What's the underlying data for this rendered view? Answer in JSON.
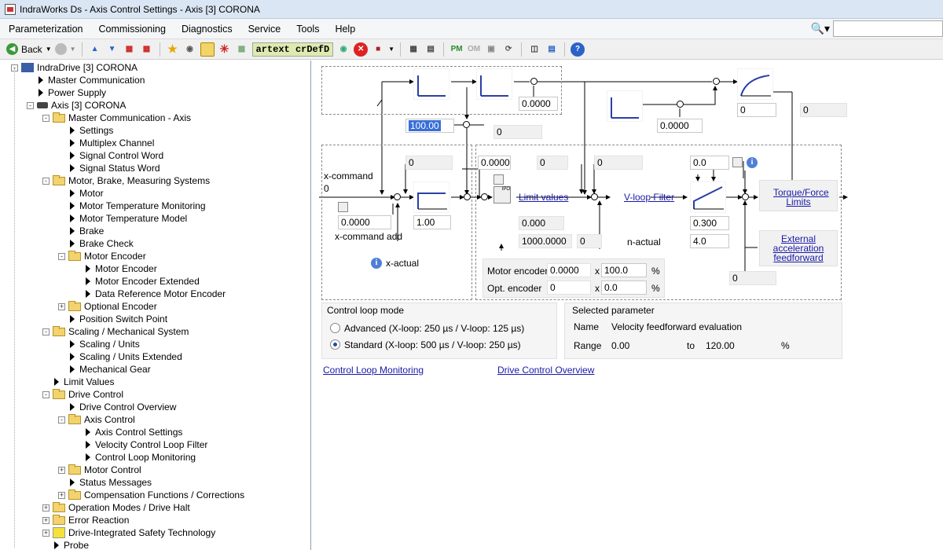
{
  "window": {
    "title": "IndraWorks Ds - Axis Control Settings - Axis [3] CORONA"
  },
  "menu": {
    "items": [
      "Parameterization",
      "Commissioning",
      "Diagnostics",
      "Service",
      "Tools",
      "Help"
    ]
  },
  "toolbar": {
    "back_label": "Back",
    "param_field": "artext   crDefD",
    "pm_label": "PM",
    "om_label": "OM"
  },
  "tree": {
    "items": [
      {
        "label": "IndraDrive [3] CORONA",
        "level": 0,
        "icon": "drive",
        "exp": "-"
      },
      {
        "label": "Master Communication",
        "level": 1,
        "icon": "arrow"
      },
      {
        "label": "Power Supply",
        "level": 1,
        "icon": "arrow"
      },
      {
        "label": "Axis [3] CORONA",
        "level": 1,
        "icon": "axis",
        "exp": "-"
      },
      {
        "label": "Master Communication - Axis",
        "level": 2,
        "icon": "folder",
        "exp": "-"
      },
      {
        "label": "Settings",
        "level": 3,
        "icon": "arrow"
      },
      {
        "label": "Multiplex Channel",
        "level": 3,
        "icon": "arrow"
      },
      {
        "label": "Signal Control Word",
        "level": 3,
        "icon": "arrow"
      },
      {
        "label": "Signal Status Word",
        "level": 3,
        "icon": "arrow"
      },
      {
        "label": "Motor, Brake, Measuring Systems",
        "level": 2,
        "icon": "folder",
        "exp": "-"
      },
      {
        "label": "Motor",
        "level": 3,
        "icon": "arrow"
      },
      {
        "label": "Motor Temperature Monitoring",
        "level": 3,
        "icon": "arrow"
      },
      {
        "label": "Motor Temperature Model",
        "level": 3,
        "icon": "arrow"
      },
      {
        "label": "Brake",
        "level": 3,
        "icon": "arrow"
      },
      {
        "label": "Brake Check",
        "level": 3,
        "icon": "arrow"
      },
      {
        "label": "Motor Encoder",
        "level": 3,
        "icon": "folder",
        "exp": "-"
      },
      {
        "label": "Motor Encoder",
        "level": 4,
        "icon": "arrow"
      },
      {
        "label": "Motor Encoder Extended",
        "level": 4,
        "icon": "arrow"
      },
      {
        "label": "Data Reference Motor Encoder",
        "level": 4,
        "icon": "arrow"
      },
      {
        "label": "Optional Encoder",
        "level": 3,
        "icon": "folder",
        "exp": "+"
      },
      {
        "label": "Position Switch Point",
        "level": 3,
        "icon": "arrow"
      },
      {
        "label": "Scaling / Mechanical System",
        "level": 2,
        "icon": "folder",
        "exp": "-"
      },
      {
        "label": "Scaling / Units",
        "level": 3,
        "icon": "arrow"
      },
      {
        "label": "Scaling / Units Extended",
        "level": 3,
        "icon": "arrow"
      },
      {
        "label": "Mechanical Gear",
        "level": 3,
        "icon": "arrow"
      },
      {
        "label": "Limit Values",
        "level": 2,
        "icon": "arrow"
      },
      {
        "label": "Drive Control",
        "level": 2,
        "icon": "folder",
        "exp": "-"
      },
      {
        "label": "Drive Control Overview",
        "level": 3,
        "icon": "arrow"
      },
      {
        "label": "Axis Control",
        "level": 3,
        "icon": "folder",
        "exp": "-"
      },
      {
        "label": "Axis Control Settings",
        "level": 4,
        "icon": "arrow"
      },
      {
        "label": "Velocity Control Loop Filter",
        "level": 4,
        "icon": "arrow"
      },
      {
        "label": "Control Loop Monitoring",
        "level": 4,
        "icon": "arrow"
      },
      {
        "label": "Motor Control",
        "level": 3,
        "icon": "folder",
        "exp": "+"
      },
      {
        "label": "Status Messages",
        "level": 3,
        "icon": "arrow"
      },
      {
        "label": "Compensation Functions / Corrections",
        "level": 3,
        "icon": "folder",
        "exp": "+"
      },
      {
        "label": "Operation Modes / Drive Halt",
        "level": 2,
        "icon": "folder",
        "exp": "+"
      },
      {
        "label": "Error Reaction",
        "level": 2,
        "icon": "folder",
        "exp": "+"
      },
      {
        "label": "Drive-Integrated Safety Technology",
        "level": 2,
        "icon": "safety",
        "exp": "+"
      },
      {
        "label": "Probe",
        "level": 2,
        "icon": "arrow"
      }
    ]
  },
  "diagram": {
    "top_gain": "0.0000",
    "top_input": "100.00",
    "top_sum_out": "0",
    "top_right_gain": "0.0000",
    "top_right_out": "0",
    "top_right_out2": "0",
    "x_command_label": "x-command",
    "x_command_value": "0",
    "x_add_value": "0.0000",
    "x_add_label": "x-command add",
    "p_out": "0",
    "kv": "1.00",
    "x_actual_label": "x-actual",
    "v_in1": "0.0000",
    "v_in2": "0",
    "v_in3": "0",
    "limit_values_link": "Limit values",
    "lim_out": "0.000",
    "lim_max": "1000.0000",
    "n_actual_value": "0",
    "n_actual_label": "n-actual",
    "vloop_filter_link": "V-loop Filter",
    "v_ff": "0.0",
    "kp": "0.300",
    "tn": "4.0",
    "torque_link": "Torque/Force Limits",
    "ext_ff_link": "External acceleration feedforward",
    "ext_ff_out": "0",
    "motor_encoder_label": "Motor encoder",
    "motor_encoder_value": "0.0000",
    "motor_encoder_factor": "100.0",
    "percent": "%",
    "times": "x",
    "opt_encoder_label": "Opt. encoder",
    "opt_encoder_value": "0",
    "opt_encoder_factor": "0.0",
    "ipo_label": "IPO"
  },
  "loop_mode": {
    "title": "Control loop mode",
    "advanced": "Advanced (X-loop: 250 µs / V-loop: 125 µs)",
    "standard": "Standard (X-loop: 500 µs / V-loop: 250 µs)"
  },
  "selected": {
    "title": "Selected parameter",
    "name_label": "Name",
    "name_value": "Velocity feedforward evaluation",
    "range_label": "Range",
    "range_min": "0.00",
    "to": "to",
    "range_max": "120.00",
    "unit": "%"
  },
  "links": {
    "monitoring": "Control Loop Monitoring",
    "overview": "Drive Control Overview"
  }
}
